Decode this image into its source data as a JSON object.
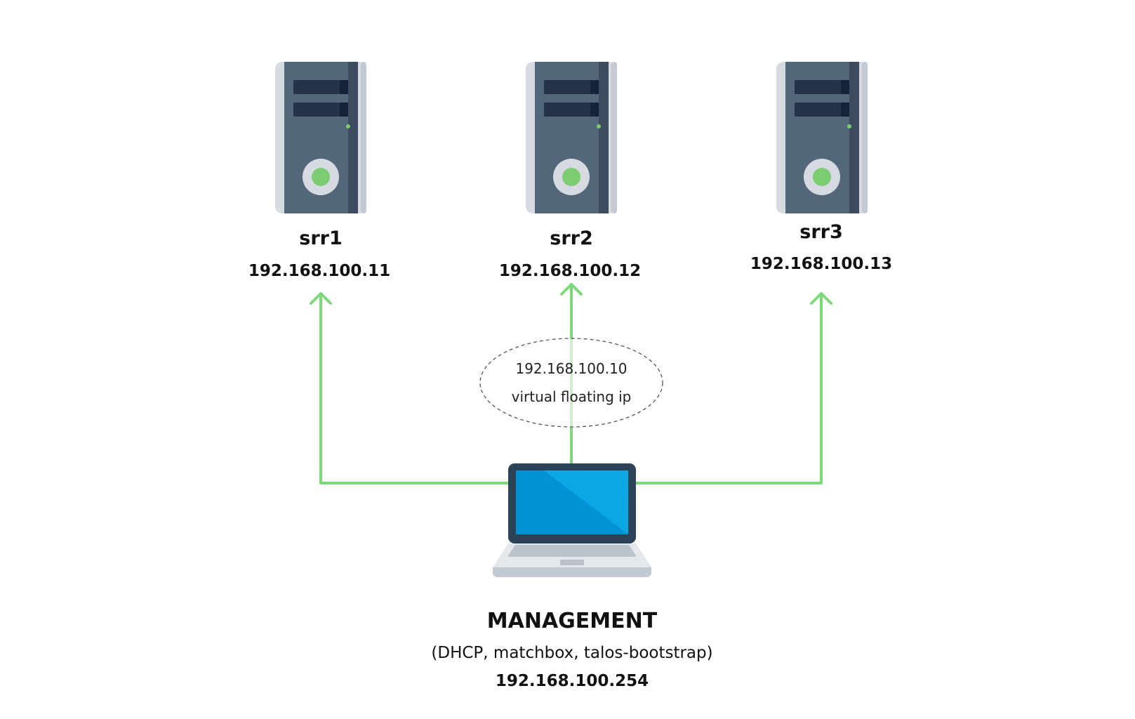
{
  "colors": {
    "connector": "#7dd87a",
    "server_body": "#546679",
    "server_side": "#3b4c60",
    "server_panel": "#d6dbe2",
    "server_bay": "#233349",
    "server_led": "#7ccd72",
    "laptop_frame": "#2c4256",
    "laptop_screen": "#0aa6e6",
    "laptop_base": "#e4e8ec"
  },
  "servers": [
    {
      "name": "srr1",
      "ip": "192.168.100.11"
    },
    {
      "name": "srr2",
      "ip": "192.168.100.12"
    },
    {
      "name": "srr3",
      "ip": "192.168.100.13"
    }
  ],
  "virtual_ip": {
    "address": "192.168.100.10",
    "label": "virtual floating ip"
  },
  "management": {
    "title": "MANAGEMENT",
    "services": "(DHCP, matchbox, talos-bootstrap)",
    "ip": "192.168.100.254"
  }
}
